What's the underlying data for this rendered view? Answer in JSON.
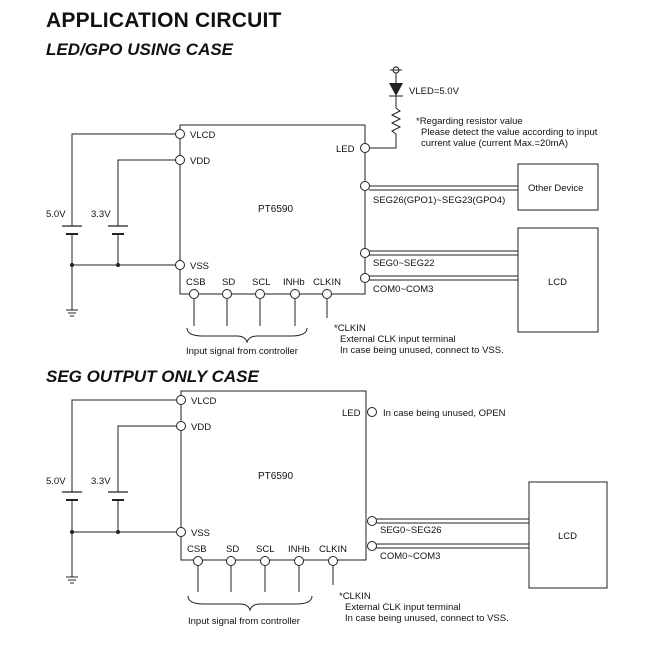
{
  "title": "APPLICATION CIRCUIT",
  "case1": {
    "heading": "LED/GPO USING CASE",
    "chip": "PT6590",
    "pins": {
      "vlcd": "VLCD",
      "vdd": "VDD",
      "vss": "VSS",
      "led": "LED",
      "gpo": "SEG26(GPO1)~SEG23(GPO4)",
      "seg": "SEG0~SEG22",
      "com": "COM0~COM3",
      "csb": "CSB",
      "sd": "SD",
      "scl": "SCL",
      "inhb": "INHb",
      "clkin": "CLKIN"
    },
    "vled": "VLED=5.0V",
    "resistor_note": [
      "*Regarding resistor value",
      "Please detect the value according to input",
      "current value (current Max.=20mA)"
    ],
    "battery_5v": "5.0V",
    "battery_3v": "3.3V",
    "other_device": "Other Device",
    "lcd": "LCD",
    "input_caption": "Input signal from controller",
    "clk_note": [
      "*CLKIN",
      "External CLK input terminal",
      "In case being unused, connect to VSS."
    ]
  },
  "case2": {
    "heading": "SEG OUTPUT ONLY CASE",
    "chip": "PT6590",
    "pins": {
      "vlcd": "VLCD",
      "vdd": "VDD",
      "vss": "VSS",
      "led": "LED",
      "seg": "SEG0~SEG26",
      "com": "COM0~COM3",
      "csb": "CSB",
      "sd": "SD",
      "scl": "SCL",
      "inhb": "INHb",
      "clkin": "CLKIN"
    },
    "led_note": "In case being unused, OPEN",
    "battery_5v": "5.0V",
    "battery_3v": "3.3V",
    "lcd": "LCD",
    "input_caption": "Input signal from controller",
    "clk_note": [
      "*CLKIN",
      "External CLK input terminal",
      "In case being unused, connect to VSS."
    ]
  }
}
